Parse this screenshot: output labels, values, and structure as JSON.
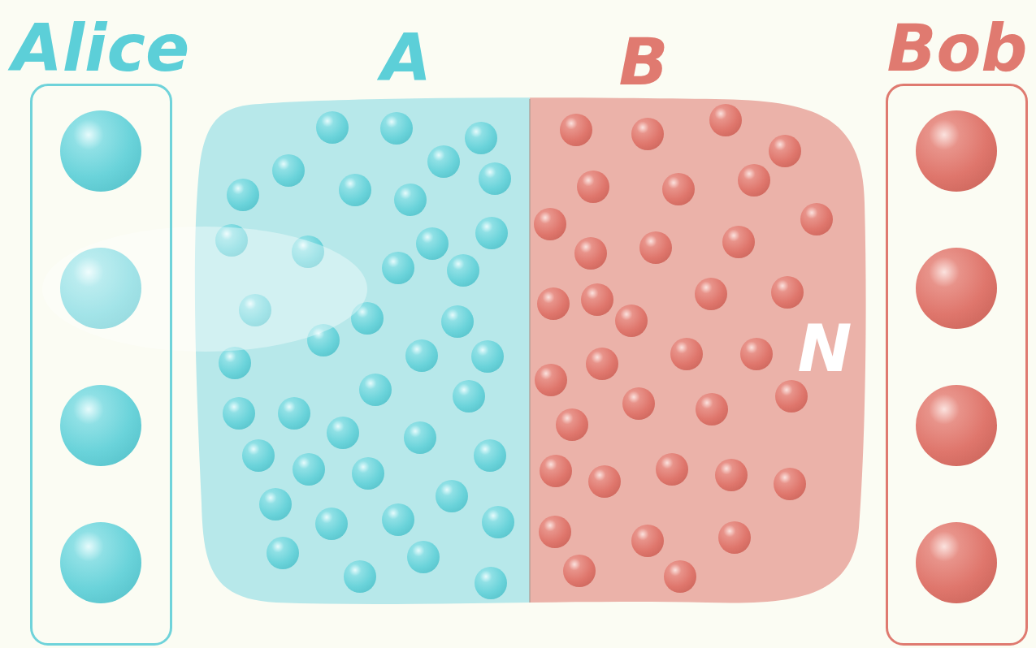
{
  "diagram": {
    "nodes": [
      {
        "text": [
          "Alice"
        ]
      },
      {
        "text": [
          "A"
        ]
      },
      {
        "text": [
          "B"
        ]
      },
      {
        "text": [
          "Bob"
        ]
      }
    ],
    "labels": [
      "N"
    ]
  }
}
